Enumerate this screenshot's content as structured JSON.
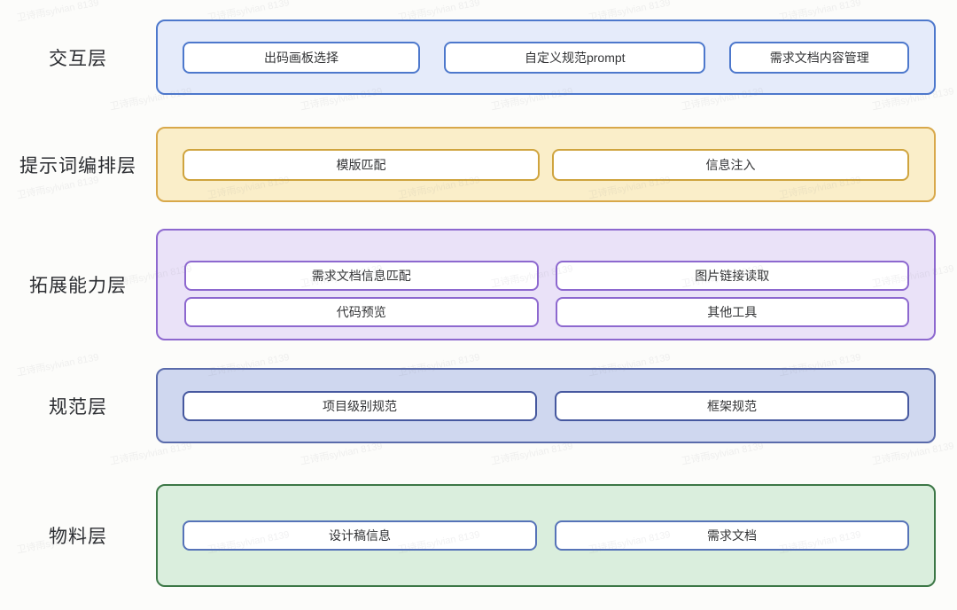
{
  "page": {
    "background": "#fcfcfa",
    "watermark_text": "卫诗雨sylvian 8139"
  },
  "layers": [
    {
      "id": "interaction-layer",
      "label": "交互层",
      "band_bg": "#e5ebfa",
      "band_border": "#4d78cc",
      "box_border": "#4d78cc",
      "boxes": [
        "出码画板选择",
        "自定义规范prompt",
        "需求文档内容管理"
      ]
    },
    {
      "id": "prompt-orchestration-layer",
      "label": "提示词编排层",
      "band_bg": "#faeec9",
      "band_border": "#d8a84a",
      "box_border": "#cfa43e",
      "boxes": [
        "模版匹配",
        "信息注入"
      ]
    },
    {
      "id": "extension-capability-layer",
      "label": "拓展能力层",
      "band_bg": "#eae2f8",
      "band_border": "#8d68cf",
      "box_border": "#8d68cf",
      "boxes": [
        "需求文档信息匹配",
        "图片链接读取",
        "代码预览",
        "其他工具"
      ]
    },
    {
      "id": "specification-layer",
      "label": "规范层",
      "band_bg": "#cfd7ef",
      "band_border": "#5a6bab",
      "box_border": "#46589f",
      "boxes": [
        "项目级别规范",
        "框架规范"
      ]
    },
    {
      "id": "material-layer",
      "label": "物料层",
      "band_bg": "#daeedd",
      "band_border": "#3c7746",
      "box_border": "#5673b8",
      "boxes": [
        "设计稿信息",
        "需求文档"
      ]
    }
  ]
}
